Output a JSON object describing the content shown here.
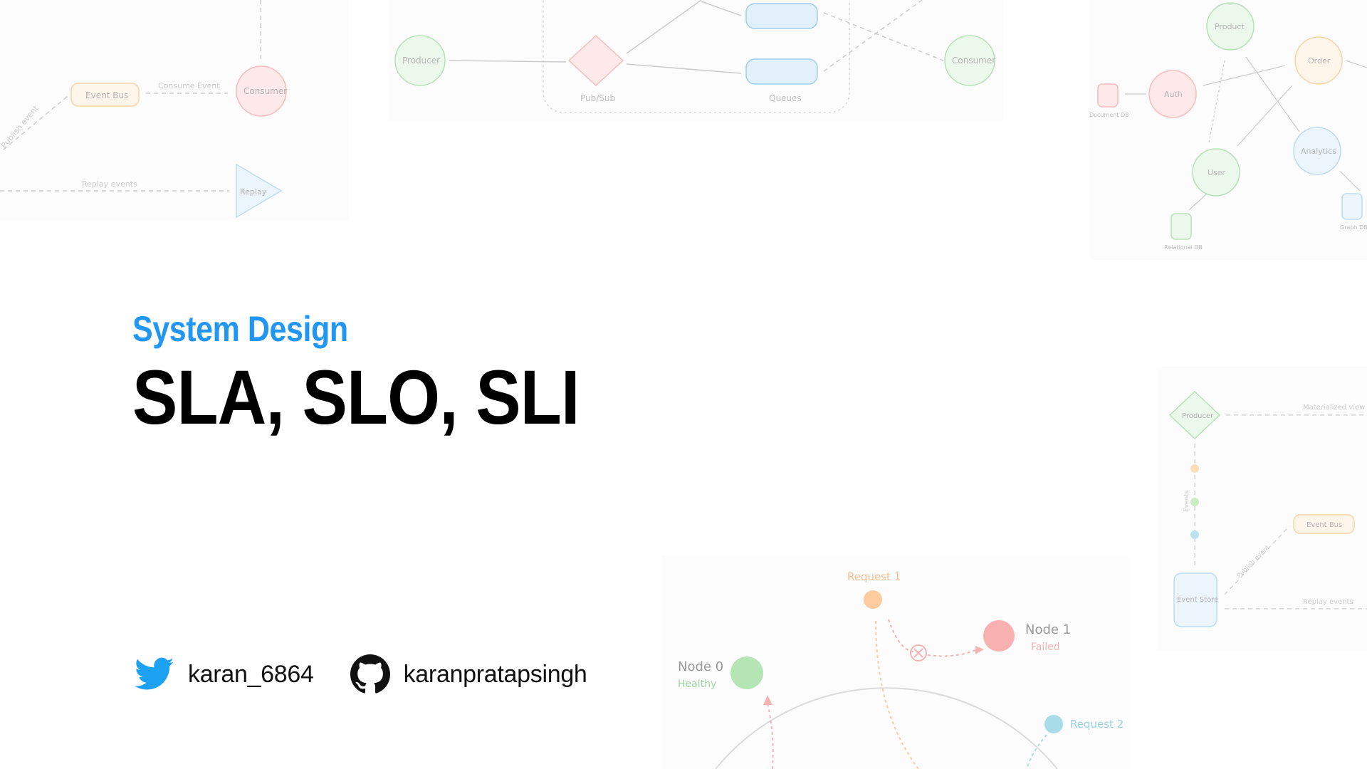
{
  "header": {
    "subtitle": "System Design",
    "title": "SLA, SLO, SLI"
  },
  "socials": [
    {
      "icon": "twitter-icon",
      "handle": "karan_6864"
    },
    {
      "icon": "github-icon",
      "handle": "karanpratapsingh"
    }
  ],
  "background": {
    "event_bus_diagram": {
      "publish_event": "Publish event",
      "event_bus": "Event Bus",
      "consume_event": "Consume Event",
      "consumer": "Consumer",
      "replay_events": "Replay events",
      "replay": "Replay"
    },
    "pubsub_diagram": {
      "producer": "Producer",
      "pubsub": "Pub/Sub",
      "queues": "Queues",
      "consumer": "Consumer"
    },
    "microservices_diagram": {
      "product": "Product",
      "order": "Order",
      "auth": "Auth",
      "analytics": "Analytics",
      "user": "User",
      "document_db": "Document DB",
      "relational_db": "Relational DB",
      "graph_db": "Graph DB"
    },
    "event_sourcing_diagram": {
      "producer": "Producer",
      "materialized_view": "Materialized view",
      "events": "Events",
      "event_bus": "Event Bus",
      "publish_event": "Publish event",
      "event_store": "Event Store",
      "replay_events": "Replay events"
    },
    "hashing_ring_diagram": {
      "request1": "Request 1",
      "node0": "Node 0",
      "healthy": "Healthy",
      "node1": "Node 1",
      "failed": "Failed",
      "request2": "Request 2"
    }
  },
  "colors": {
    "subtitle": "#2196f3",
    "title": "#000000",
    "twitter": "#1da1f2",
    "github": "#111111"
  }
}
